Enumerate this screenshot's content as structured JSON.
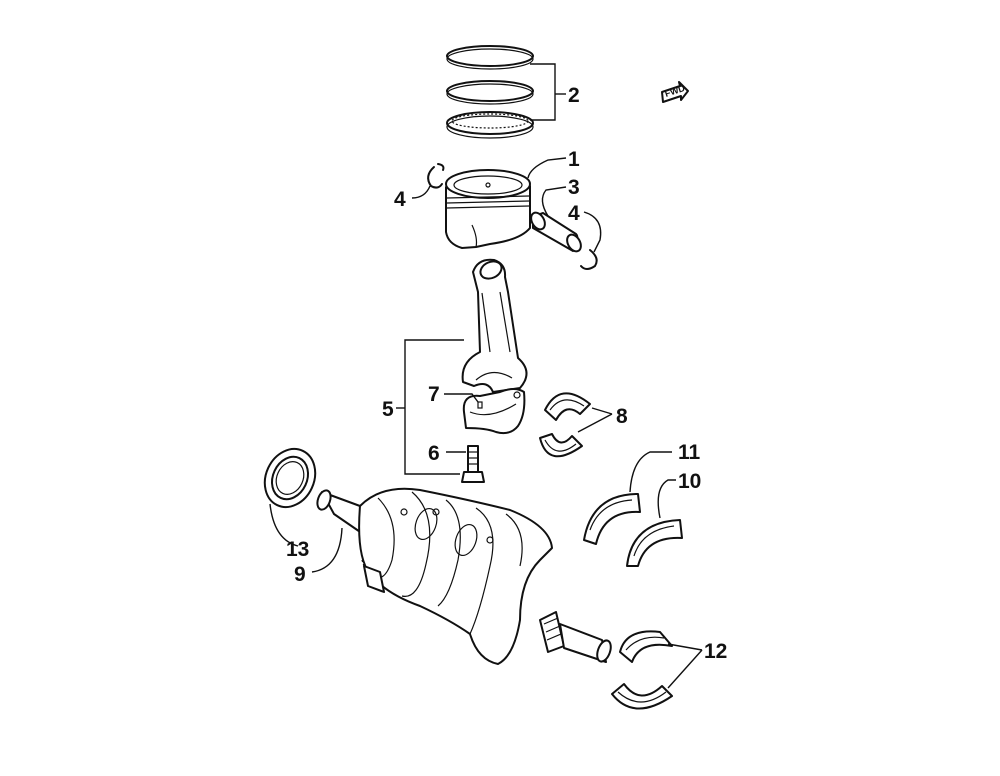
{
  "diagram": {
    "callouts": {
      "c1": "1",
      "c2": "2",
      "c3": "3",
      "c4a": "4",
      "c4b": "4",
      "c5": "5",
      "c6": "6",
      "c7": "7",
      "c8": "8",
      "c9": "9",
      "c10": "10",
      "c11": "11",
      "c12": "12",
      "c13": "13"
    },
    "fwd_icon_text": "FWD",
    "icons": {
      "fwd": "forward-arrow-icon"
    }
  }
}
